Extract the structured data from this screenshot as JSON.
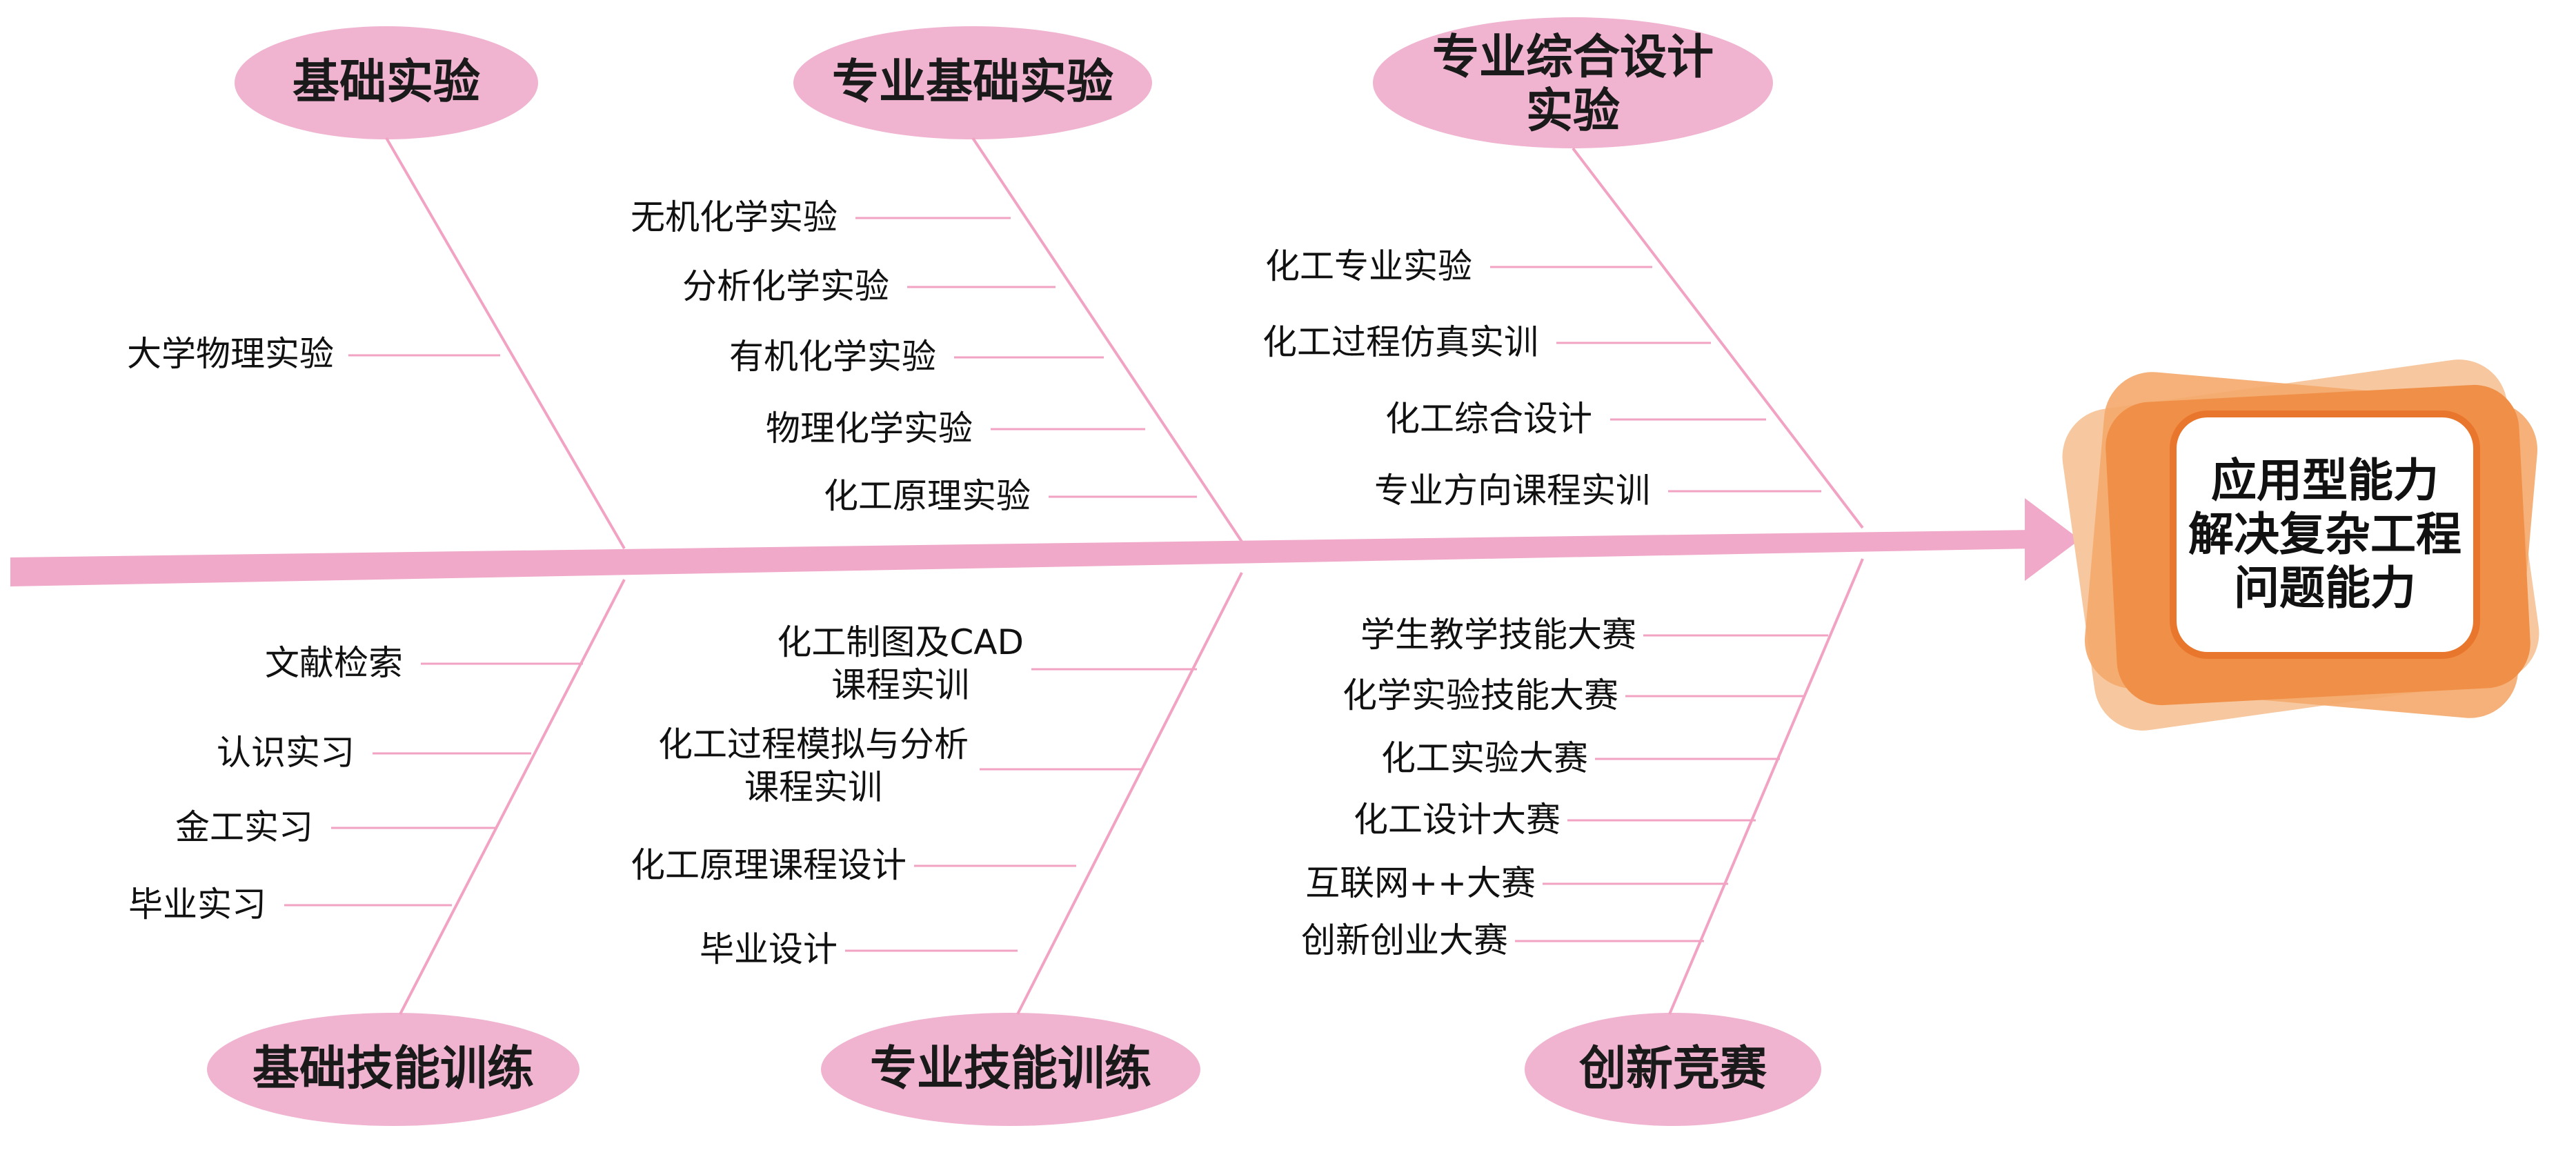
{
  "colors": {
    "bone": "#f2a3c3",
    "spine": "#f0a9c8",
    "ellipse_fill": "#f0b3d0",
    "goal_outer_1": "#f7c8a0",
    "goal_outer_2": "#f4a86a",
    "goal_outer_3": "#f09048",
    "goal_inner_border": "#e9762d",
    "goal_inner_fill": "#ffffff"
  },
  "goal": {
    "lines": [
      "应用型能力",
      "解决复杂工程",
      "问题能力"
    ]
  },
  "top_categories": [
    {
      "title": "基础实验",
      "items": [
        "大学物理实验"
      ]
    },
    {
      "title": "专业基础实验",
      "items": [
        "无机化学实验",
        "分析化学实验",
        "有机化学实验",
        "物理化学实验",
        "化工原理实验"
      ]
    },
    {
      "title": "专业综合设计实验",
      "title_lines": [
        "专业综合设计",
        "实验"
      ],
      "items": [
        "化工专业实验",
        "化工过程仿真实训",
        "化工综合设计",
        "专业方向课程实训"
      ]
    }
  ],
  "bottom_categories": [
    {
      "title": "基础技能训练",
      "items": [
        "文献检索",
        "认识实习",
        "金工实习",
        "毕业实习"
      ]
    },
    {
      "title": "专业技能训练",
      "items": [
        "化工制图及CAD 课程实训",
        "化工过程模拟与分析 课程实训",
        "化工原理课程设计",
        "毕业设计"
      ],
      "item_lines": [
        [
          "化工制图及CAD",
          "课程实训"
        ],
        [
          "化工过程模拟与分析",
          "课程实训"
        ],
        [
          "化工原理课程设计"
        ],
        [
          "毕业设计"
        ]
      ]
    },
    {
      "title": "创新竞赛",
      "items": [
        "学生教学技能大赛",
        "化学实验技能大赛",
        "化工实验大赛",
        "化工设计大赛",
        "互联网++大赛",
        "创新创业大赛"
      ]
    }
  ]
}
